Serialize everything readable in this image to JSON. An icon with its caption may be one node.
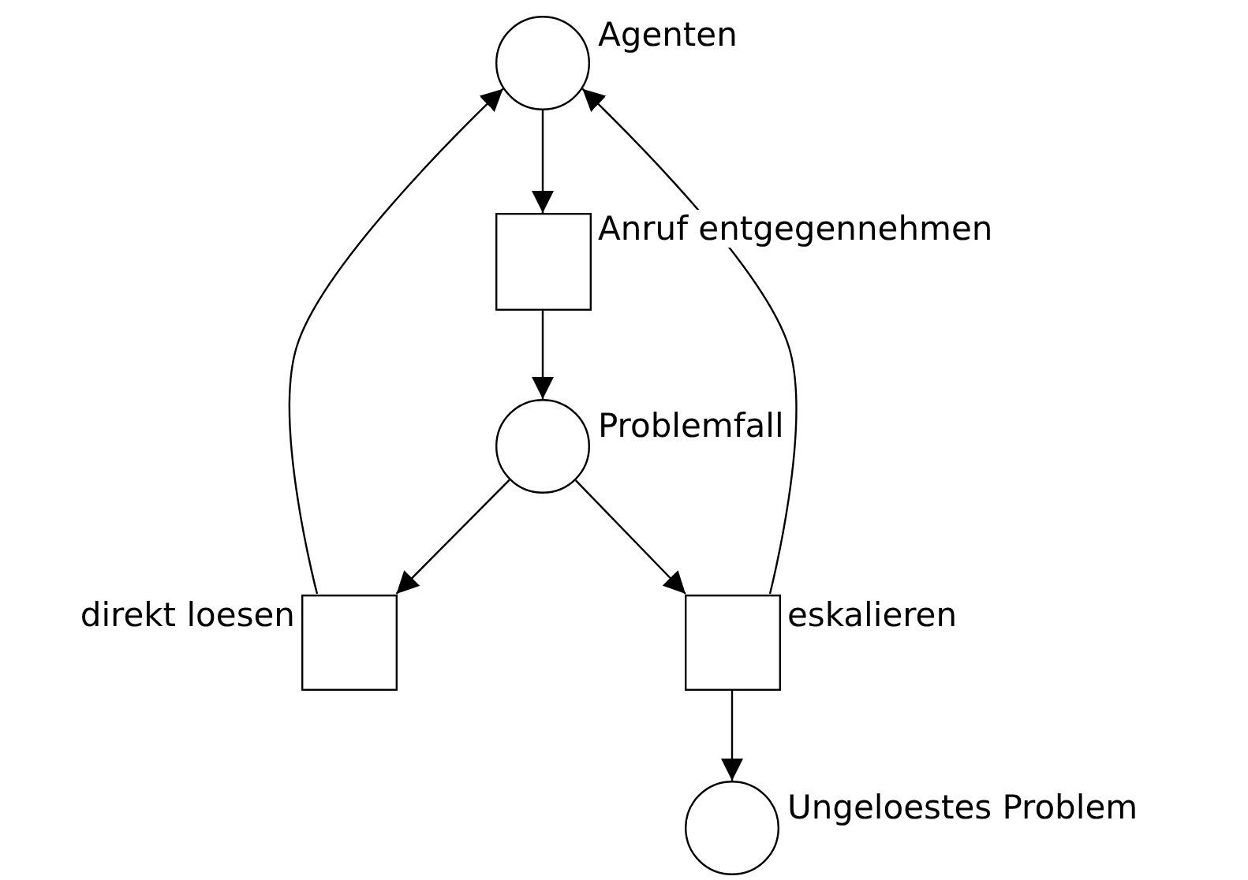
{
  "diagram": {
    "nodes": [
      {
        "text": [],
        "shape": "circle",
        "beside": [
          "Agenten"
        ]
      },
      {
        "text": [],
        "shape": "box",
        "beside": [
          "Anruf entgegennehmen"
        ]
      },
      {
        "text": [],
        "shape": "circle",
        "beside": [
          "Problemfall"
        ]
      },
      {
        "text": [],
        "shape": "box",
        "beside": [
          "direkt loesen"
        ]
      },
      {
        "text": [],
        "shape": "box",
        "beside": [
          "eskalieren"
        ]
      },
      {
        "text": [],
        "shape": "circle",
        "beside": [
          "Ungeloestes Problem"
        ]
      }
    ],
    "edges": [
      {
        "from": 0,
        "to": 1,
        "arrow": "to"
      },
      {
        "from": 1,
        "to": 2,
        "arrow": "to"
      },
      {
        "from": 2,
        "to": 3,
        "arrow": "to"
      },
      {
        "from": 2,
        "to": 4,
        "arrow": "to"
      },
      {
        "from": 4,
        "to": 5,
        "arrow": "to"
      },
      {
        "from": 3,
        "to": 0,
        "arrow": "to"
      },
      {
        "from": 4,
        "to": 0,
        "arrow": "to"
      }
    ]
  }
}
